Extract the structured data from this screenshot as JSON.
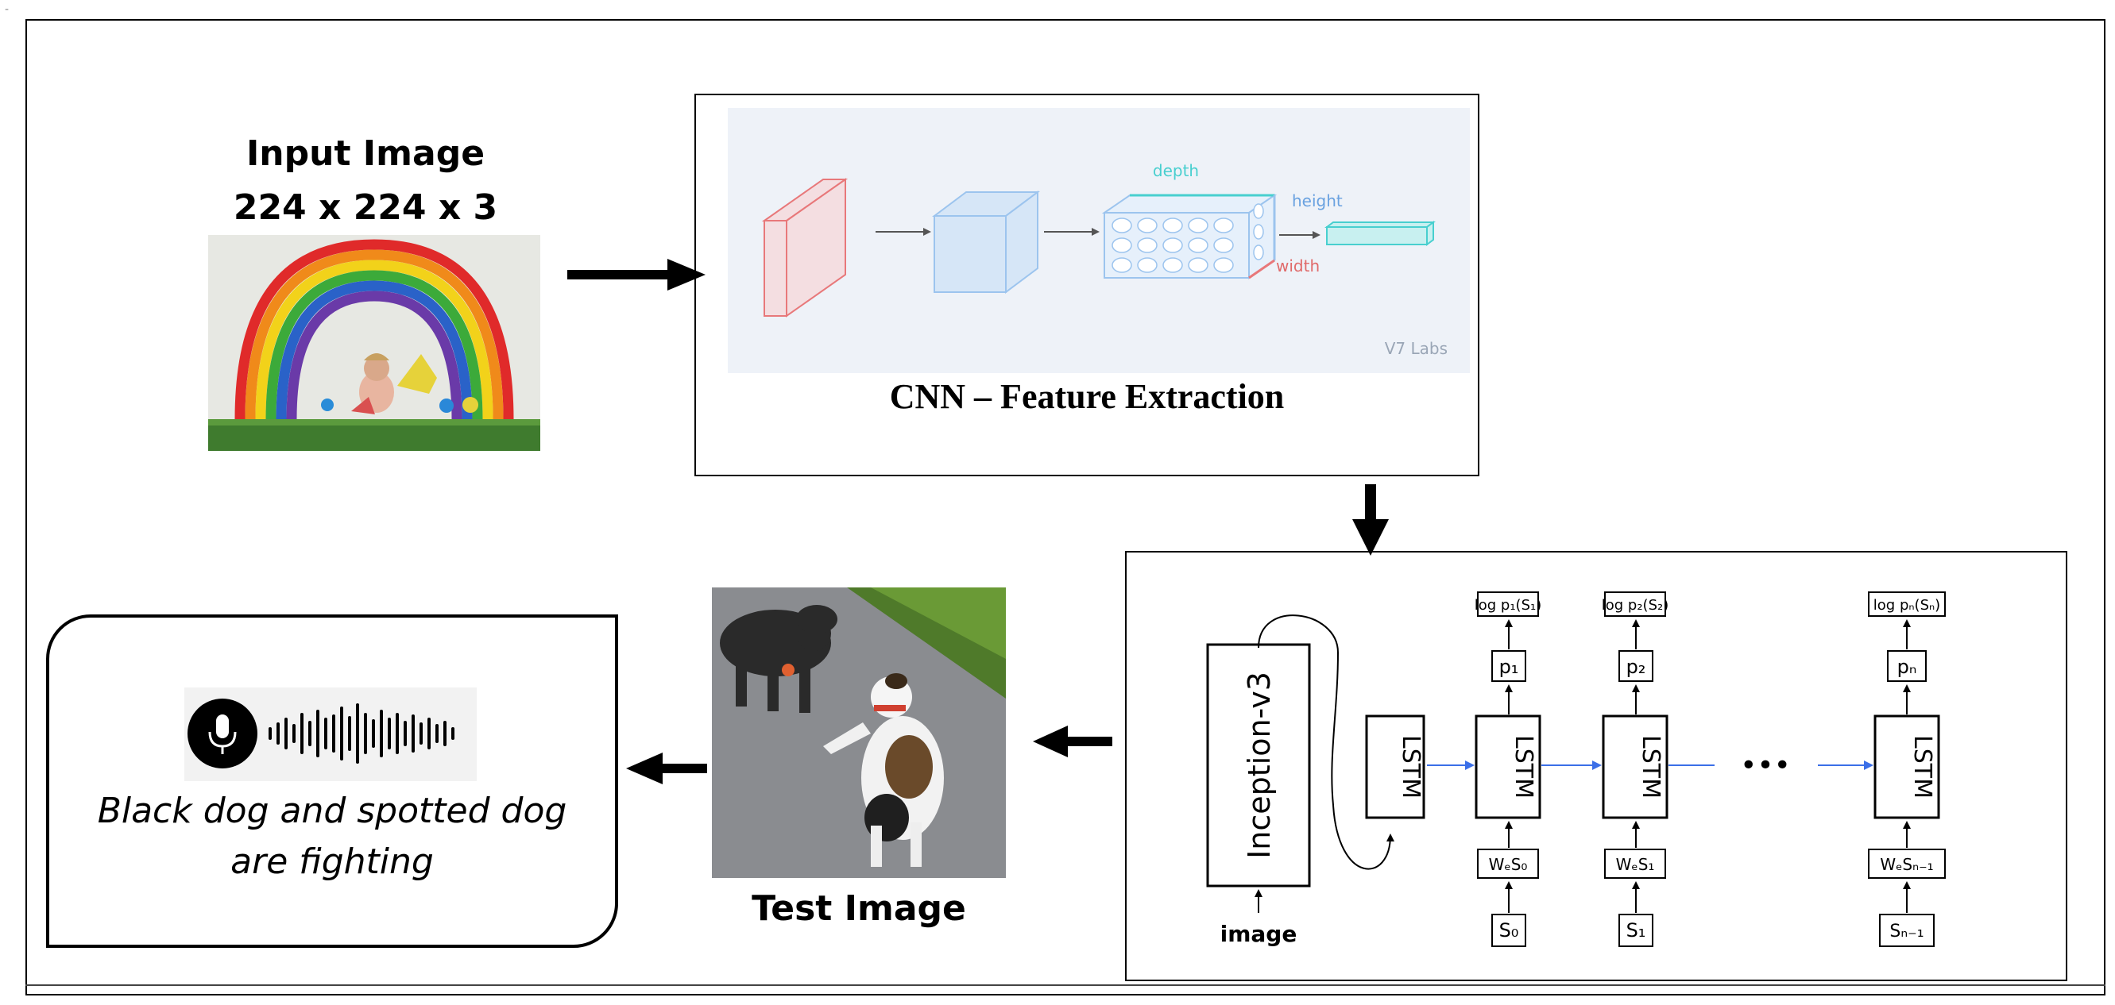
{
  "input_image": {
    "caption_line1": "Input Image",
    "caption_line2": "224 x 224 x 3"
  },
  "cnn": {
    "title": "CNN – Feature Extraction",
    "label_depth": "depth",
    "label_height": "height",
    "label_width": "width",
    "watermark": "V7 Labs"
  },
  "lstm_model": {
    "encoder_label": "Inception-v3",
    "image_label": "image",
    "lstm_label": "LSTM",
    "log_probs": [
      "log p₁(S₁)",
      "log p₂(S₂)",
      "log pₙ(Sₙ)"
    ],
    "probs": [
      "p₁",
      "p₂",
      "pₙ"
    ],
    "embeddings": [
      "WₑS₀",
      "WₑS₁",
      "WₑSₙ₋₁"
    ],
    "words": [
      "S₀",
      "S₁",
      "Sₙ₋₁"
    ],
    "ellipsis": "•••"
  },
  "test_image": {
    "caption": "Test Image"
  },
  "speech_output": {
    "text_line1": "Black dog and spotted dog",
    "text_line2": "are fighting"
  },
  "colors": {
    "cnn_red": "#e8787a",
    "cnn_blue": "#9cc4ee",
    "cnn_cyan": "#48cfcf",
    "flow_arrow_blue": "#3b6fe8",
    "cnn_bg": "#eef2f8"
  }
}
